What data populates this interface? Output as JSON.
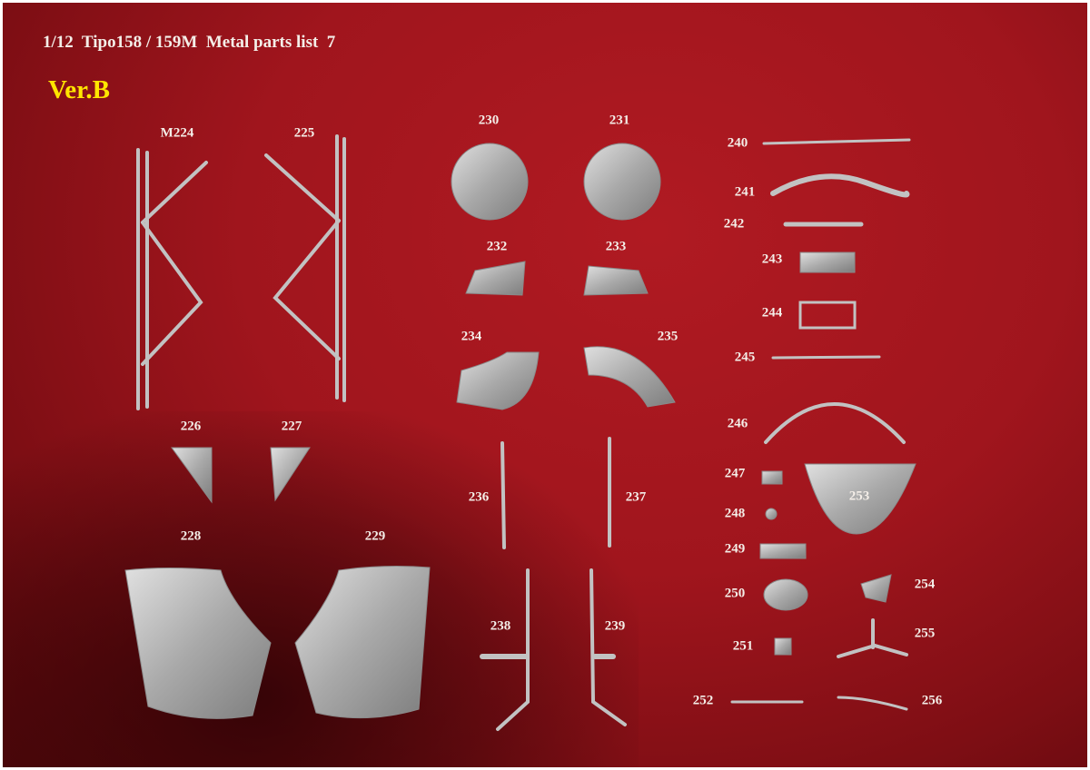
{
  "title": "1/12  Tipo158 / 159M  Metal parts list  7",
  "version": "Ver.B",
  "colors": {
    "background": "#a5141c",
    "title_text": "#f4eee8",
    "version_text": "#ffe600",
    "parts": "#b8b8b8"
  },
  "part_labels": [
    "M224",
    "225",
    "226",
    "227",
    "228",
    "229",
    "230",
    "231",
    "232",
    "233",
    "234",
    "235",
    "236",
    "237",
    "238",
    "239",
    "240",
    "241",
    "242",
    "243",
    "244",
    "245",
    "246",
    "247",
    "248",
    "249",
    "250",
    "251",
    "252",
    "253",
    "254",
    "255",
    "256"
  ]
}
